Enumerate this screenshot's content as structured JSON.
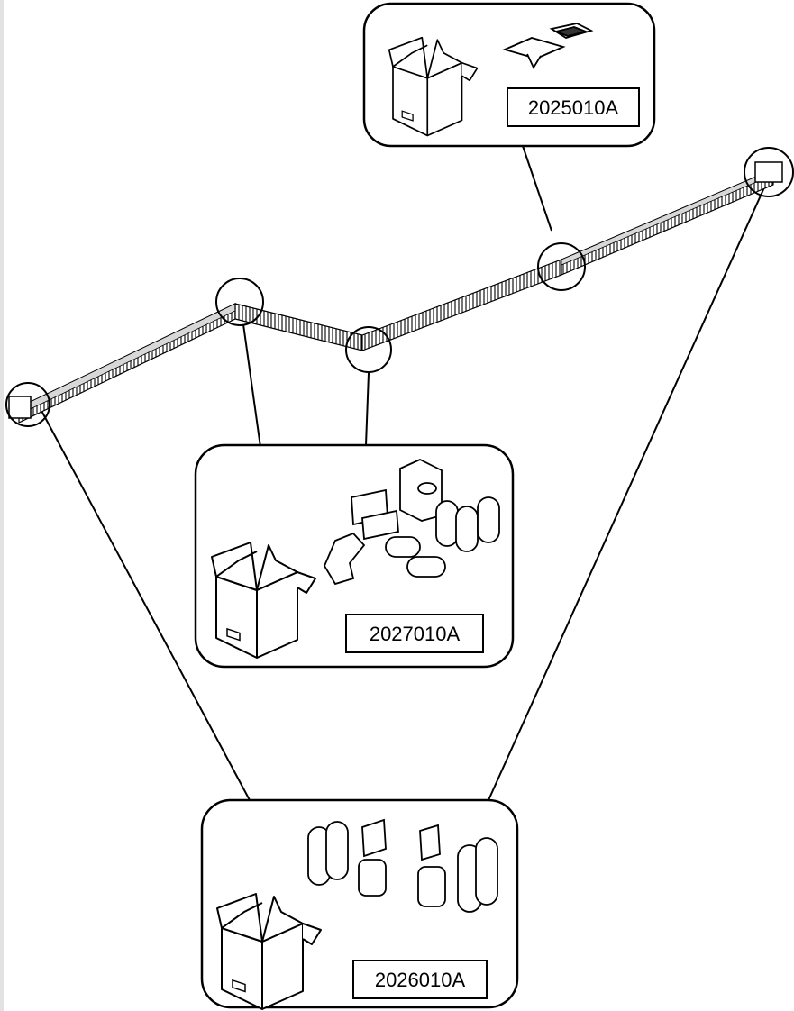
{
  "callouts": {
    "top": {
      "part_number": "2025010A"
    },
    "middle": {
      "part_number": "2027010A"
    },
    "bottom": {
      "part_number": "2026010A"
    }
  },
  "colors": {
    "line": "#000000",
    "background": "#ffffff",
    "edge_bar": "#e2e2e2"
  }
}
